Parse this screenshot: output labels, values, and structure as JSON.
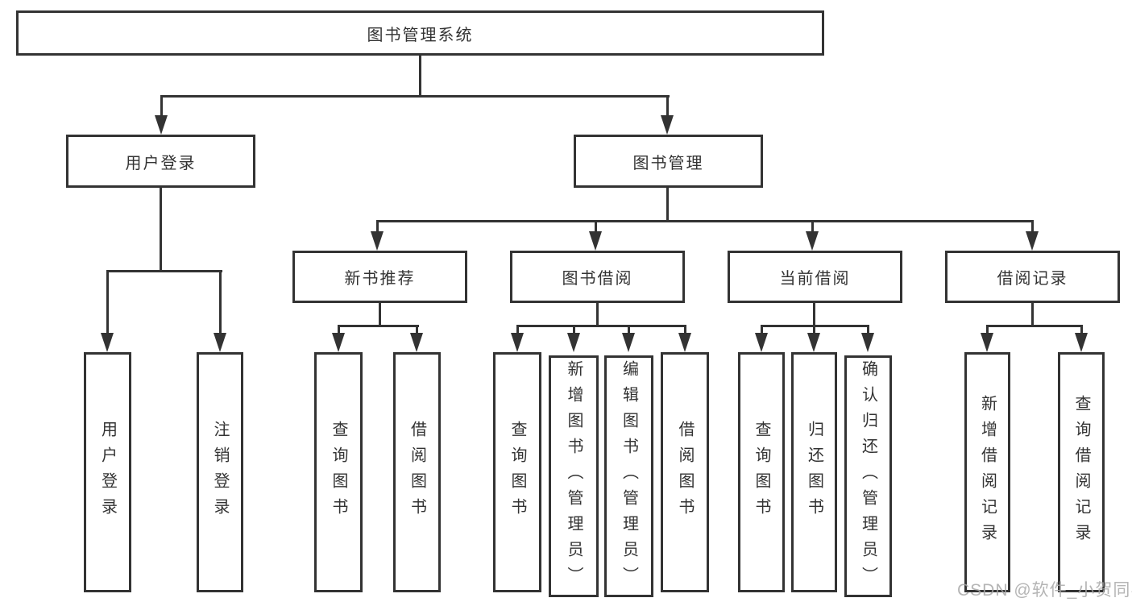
{
  "tree": {
    "root": "图书管理系统",
    "branches": [
      {
        "label": "用户登录",
        "children": [
          {
            "label": "用户登录"
          },
          {
            "label": "注销登录"
          }
        ]
      },
      {
        "label": "图书管理",
        "children": [
          {
            "label": "新书推荐",
            "children": [
              {
                "label": "查询图书"
              },
              {
                "label": "借阅图书"
              }
            ]
          },
          {
            "label": "图书借阅",
            "children": [
              {
                "label": "查询图书"
              },
              {
                "label": "新增图书（管理员）"
              },
              {
                "label": "编辑图书（管理员）"
              },
              {
                "label": "借阅图书"
              }
            ]
          },
          {
            "label": "当前借阅",
            "children": [
              {
                "label": "查询图书"
              },
              {
                "label": "归还图书"
              },
              {
                "label": "确认归还（管理员）"
              }
            ]
          },
          {
            "label": "借阅记录",
            "children": [
              {
                "label": "新增借阅记录"
              },
              {
                "label": "查询借阅记录"
              }
            ]
          }
        ]
      }
    ]
  },
  "watermark": "CSDN @软件_小贺同学",
  "colors": {
    "line": "#333333",
    "text": "#333333",
    "watermark": "#a8a8a8",
    "background": "#ffffff"
  }
}
